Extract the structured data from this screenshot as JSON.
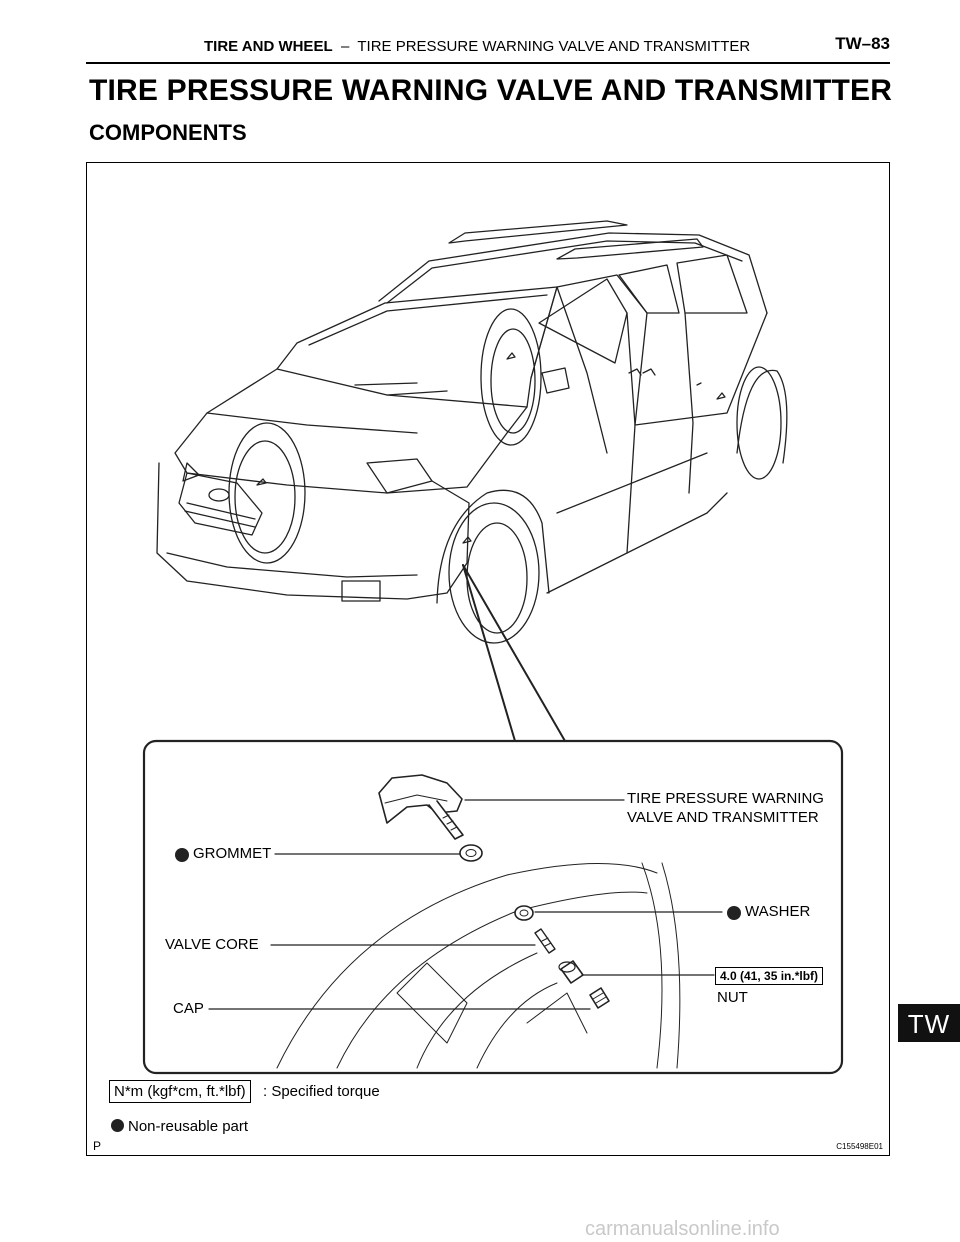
{
  "header": {
    "section": "TIRE AND WHEEL",
    "separator": "–",
    "subsection": "TIRE PRESSURE WARNING VALVE AND TRANSMITTER",
    "page": "TW–83"
  },
  "title": "TIRE PRESSURE WARNING VALVE AND TRANSMITTER",
  "subtitle": "COMPONENTS",
  "figure": {
    "labels": {
      "transmitter_line1": "TIRE PRESSURE WARNING",
      "transmitter_line2": "VALVE AND TRANSMITTER",
      "grommet": "GROMMET",
      "washer": "WASHER",
      "valve_core": "VALVE CORE",
      "torque": "4.0 (41, 35 in.*lbf)",
      "nut": "NUT",
      "cap": "CAP"
    },
    "legend": {
      "torque_box": "N*m (kgf*cm, ft.*lbf)",
      "torque_text": ": Specified torque",
      "nonreusable_text": "Non-reusable part"
    },
    "corner_letter": "P",
    "figure_code": "C155498E01"
  },
  "side_tab": "TW",
  "watermark": "carmanualsonline.info"
}
